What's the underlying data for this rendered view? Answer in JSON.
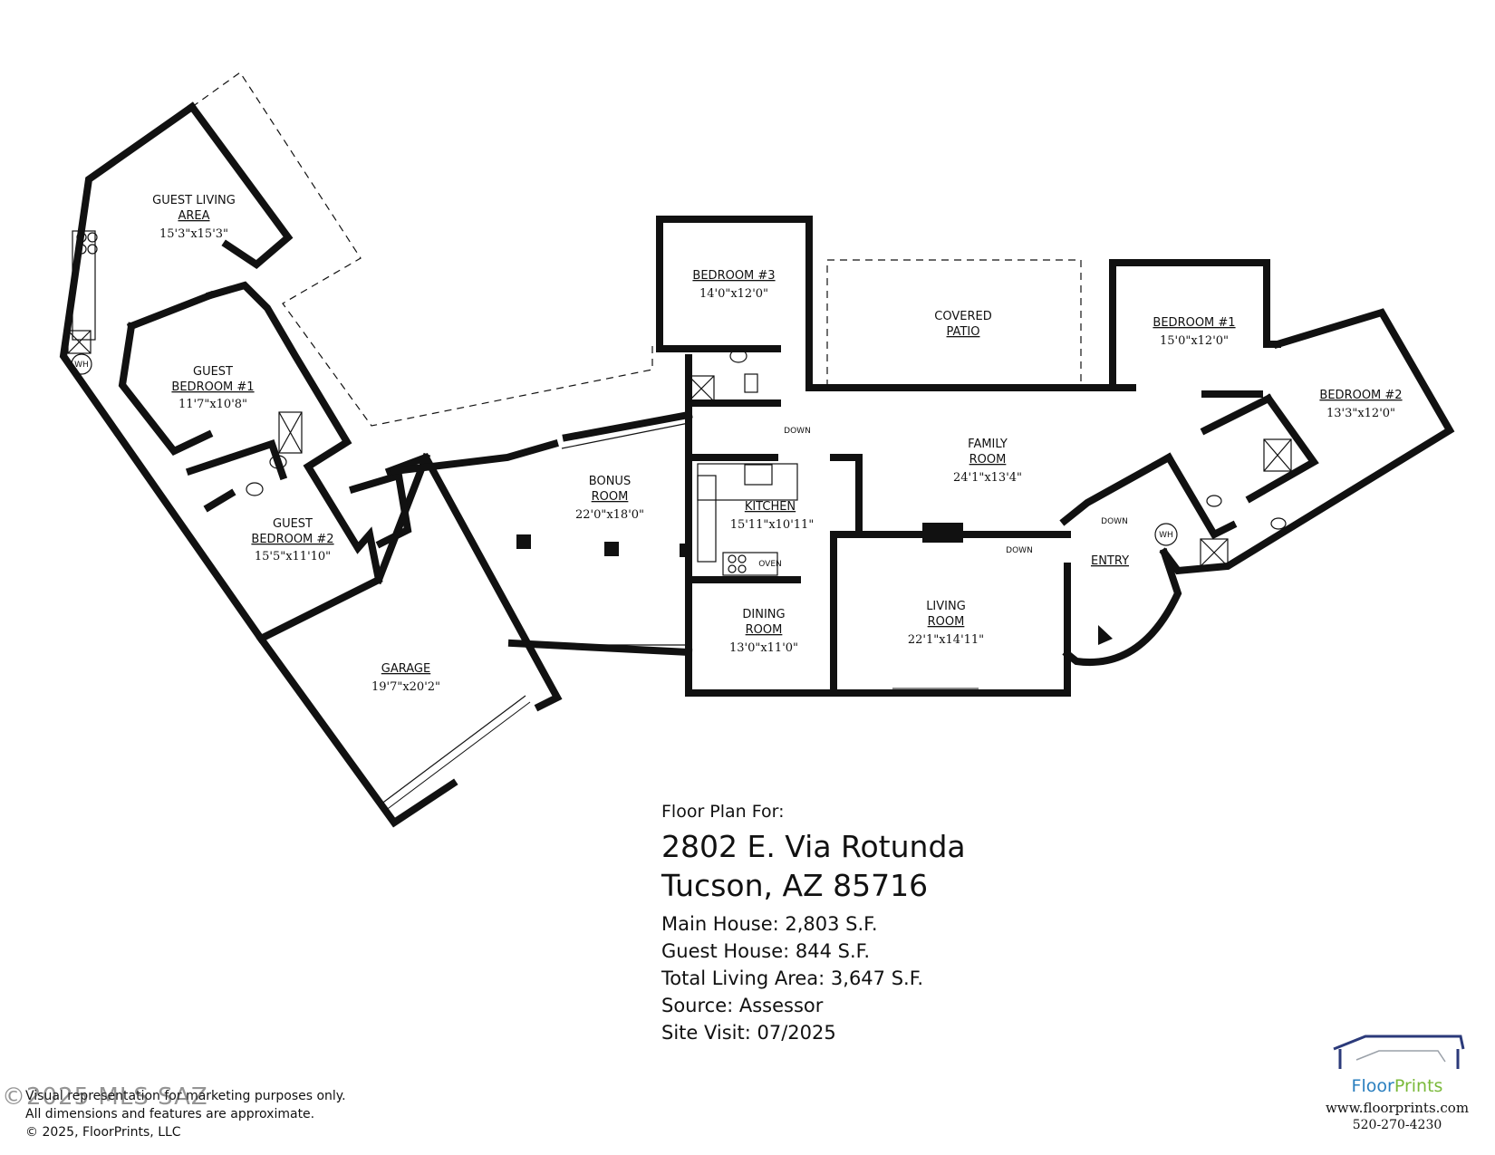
{
  "rooms": {
    "guest_living": {
      "name1": "GUEST LIVING",
      "name2": "AREA",
      "dim": "15'3\"x15'3\""
    },
    "guest_bed1": {
      "name1": "GUEST",
      "name2": "BEDROOM #1",
      "dim": "11'7\"x10'8\""
    },
    "guest_bed2": {
      "name1": "GUEST",
      "name2": "BEDROOM #2",
      "dim": "15'5\"x11'10\""
    },
    "garage": {
      "name1": "GARAGE",
      "dim": "19'7\"x20'2\""
    },
    "bonus": {
      "name1": "BONUS",
      "name2": "ROOM",
      "dim": "22'0\"x18'0\""
    },
    "bedroom3": {
      "name1": "BEDROOM #3",
      "dim": "14'0\"x12'0\""
    },
    "kitchen": {
      "name1": "KITCHEN",
      "dim": "15'11\"x10'11\""
    },
    "dining": {
      "name1": "DINING",
      "name2": "ROOM",
      "dim": "13'0\"x11'0\""
    },
    "covered_patio": {
      "name1": "COVERED",
      "name2": "PATIO"
    },
    "family": {
      "name1": "FAMILY",
      "name2": "ROOM",
      "dim": "24'1\"x13'4\""
    },
    "living": {
      "name1": "LIVING",
      "name2": "ROOM",
      "dim": "22'1\"x14'11\""
    },
    "bedroom1": {
      "name1": "BEDROOM #1",
      "dim": "15'0\"x12'0\""
    },
    "bedroom2": {
      "name1": "BEDROOM #2",
      "dim": "13'3\"x12'0\""
    },
    "entry": {
      "name1": "ENTRY"
    }
  },
  "fixtures": {
    "down": "DOWN",
    "oven": "OVEN",
    "wh": "WH"
  },
  "info": {
    "intro": "Floor Plan For:",
    "address1": "2802 E. Via Rotunda",
    "address2": "Tucson, AZ  85716",
    "main_house": "Main House:  2,803 S.F.",
    "guest_house": "Guest House:  844 S.F.",
    "total": "Total Living Area:  3,647 S.F.",
    "source": "Source:  Assessor",
    "site_visit": "Site Visit:  07/2025"
  },
  "footer": {
    "disclaimer1": "Visual representation for marketing purposes only.",
    "disclaimer2": "All dimensions and features are approximate.",
    "copyright": "© 2025, FloorPrints, LLC",
    "watermark": "©2025 MLS SAZ"
  },
  "logo": {
    "name_a": "Floor",
    "name_b": "Prints",
    "website": "www.floorprints.com",
    "phone": "520-270-4230",
    "color_blue": "#2a7fbf",
    "color_green": "#7ab93a",
    "color_navy": "#2b3a7a"
  }
}
